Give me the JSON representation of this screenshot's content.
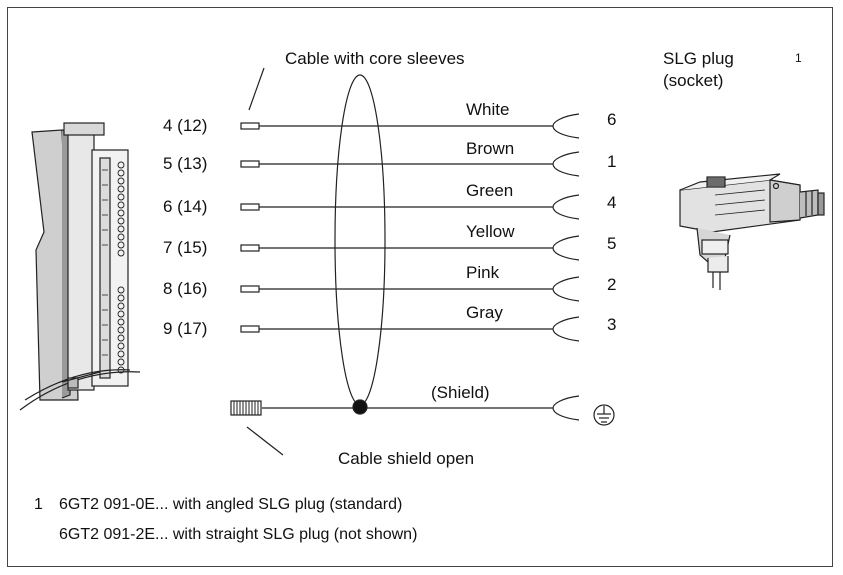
{
  "diagram": {
    "top_label": "Cable with core sleeves",
    "bottom_label": "Cable shield open",
    "plug_label_line1": "SLG plug",
    "plug_label_line2": "(socket)",
    "plug_footnote_mark": "1",
    "shield_label": "(Shield)",
    "wires": [
      {
        "terminal": "4 (12)",
        "color": "White",
        "pin": "6"
      },
      {
        "terminal": "5 (13)",
        "color": "Brown",
        "pin": "1"
      },
      {
        "terminal": "6 (14)",
        "color": "Green",
        "pin": "4"
      },
      {
        "terminal": "7 (15)",
        "color": "Yellow",
        "pin": "5"
      },
      {
        "terminal": "8 (16)",
        "color": "Pink",
        "pin": "2"
      },
      {
        "terminal": "9 (17)",
        "color": "Gray",
        "pin": "3"
      }
    ],
    "ground_icon": "ground-symbol-icon"
  },
  "footnote": {
    "number": "1",
    "line1": "6GT2 091-0E... with angled SLG plug (standard)",
    "line2": "6GT2 091-2E... with straight SLG plug (not shown)"
  }
}
